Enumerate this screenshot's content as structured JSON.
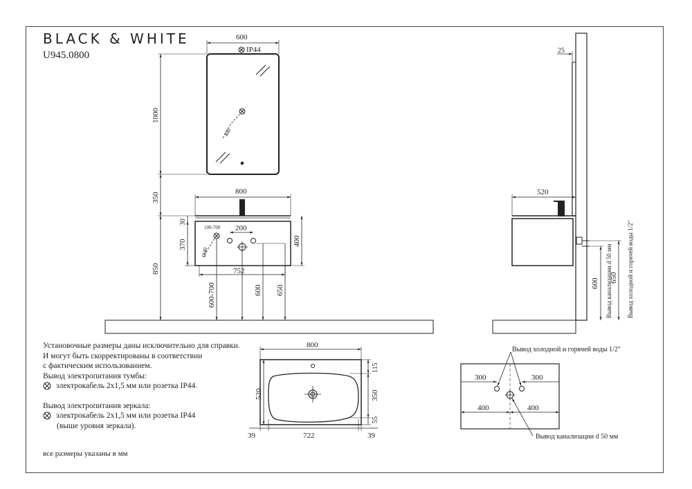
{
  "header": {
    "brand": "BLACK & WHITE",
    "model": "U945.0800"
  },
  "mirror": {
    "width": "600",
    "height": "1000",
    "protection": "IP44",
    "switch_range": "400"
  },
  "front_view": {
    "gap_to_mirror": "350",
    "cabinet_width": "800",
    "top_thickness": "30",
    "drawer_height": "370",
    "cabinet_height": "400",
    "inner_width": "752",
    "hole_spacing": "200",
    "outlet_range": "100-700",
    "outlet_diameter": "Ø40",
    "mount_height": "850",
    "outlet_height": "600-700",
    "drain_height": "600",
    "water_height": "650"
  },
  "side_view": {
    "depth": "520",
    "mirror_depth": "25",
    "drain_height": "600",
    "water_height": "650",
    "drain_label": "Вывод канализации d 50 мм",
    "water_label": "Вывод холодной и горячей воды 1/2\""
  },
  "notes": {
    "line1": "Установочные размеры даны исключительно для справки.",
    "line2": "И могут быть скорректированы в соответствии",
    "line3": "с фактическим использованием.",
    "cabinet_power_title": "Вывод электропитания тумбы:",
    "cabinet_power": "электрокабель 2х1,5 мм или розетка IP44.",
    "mirror_power_title": "Вывод электропитания зеркала:",
    "mirror_power": "электрокабель 2х1,5 мм или розетка IP44",
    "mirror_power_note": "(выше уровня зеркала).",
    "footer": "все размеры указаны в мм"
  },
  "basin_plan": {
    "width": "800",
    "depth": "520",
    "back_margin": "115",
    "bowl_depth": "350",
    "front_margin": "55",
    "side_left": "39",
    "inner_width": "722",
    "side_right": "39"
  },
  "wall_plan": {
    "water_label": "Вывод холодной и горячей воды 1/2\"",
    "water_left": "300",
    "water_right": "300",
    "drain_left": "400",
    "drain_right": "400",
    "drain_label": "Вывод канализации d 50 мм"
  }
}
